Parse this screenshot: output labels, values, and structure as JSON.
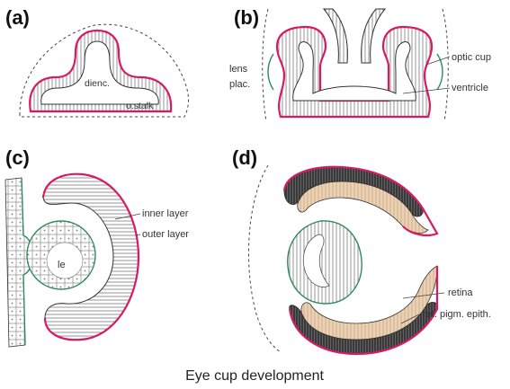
{
  "panels": {
    "a": {
      "label": "(a)",
      "annotations": {
        "dienc": "dienc.",
        "ostalk": "o.stalk"
      }
    },
    "b": {
      "label": "(b)",
      "annotations": {
        "lens_1": "lens",
        "lens_2": "plac.",
        "optic_cup": "optic cup",
        "ventricle": "ventricle"
      }
    },
    "c": {
      "label": "(c)",
      "annotations": {
        "inner_layer": "inner layer",
        "outer_layer": "outer layer",
        "le": "le"
      }
    },
    "d": {
      "label": "(d)",
      "annotations": {
        "retina": "retina",
        "rpe": "ret. pigm. epith."
      }
    }
  },
  "caption": "Eye cup development",
  "colors": {
    "outer_membrane": "#d81b60",
    "surface_ectoderm": "#2e8b57",
    "pigment": "#333333",
    "retina_tint": "#e9c9a8"
  }
}
